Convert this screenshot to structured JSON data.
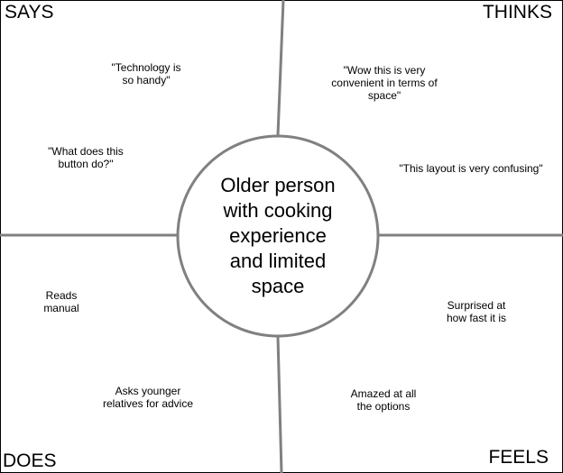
{
  "quadrants": {
    "says": "SAYS",
    "thinks": "THINKS",
    "does": "DOES",
    "feels": "FEELS"
  },
  "center_text": "Older person\nwith cooking\nexperience\nand limited\nspace",
  "notes": {
    "says_1": "\"Technology is\nso handy\"",
    "says_2": "\"What does this\nbutton do?\"",
    "thinks_1": "\"Wow this is very\nconvenient in terms of\nspace\"",
    "thinks_2": "\"This layout is very confusing\"",
    "does_1": "Reads\nmanual",
    "does_2": "Asks younger\nrelatives for advice",
    "feels_1": "Surprised at\nhow fast it is",
    "feels_2": "Amazed at all\nthe options"
  },
  "colors": {
    "line": "#808080",
    "border": "#000000"
  }
}
